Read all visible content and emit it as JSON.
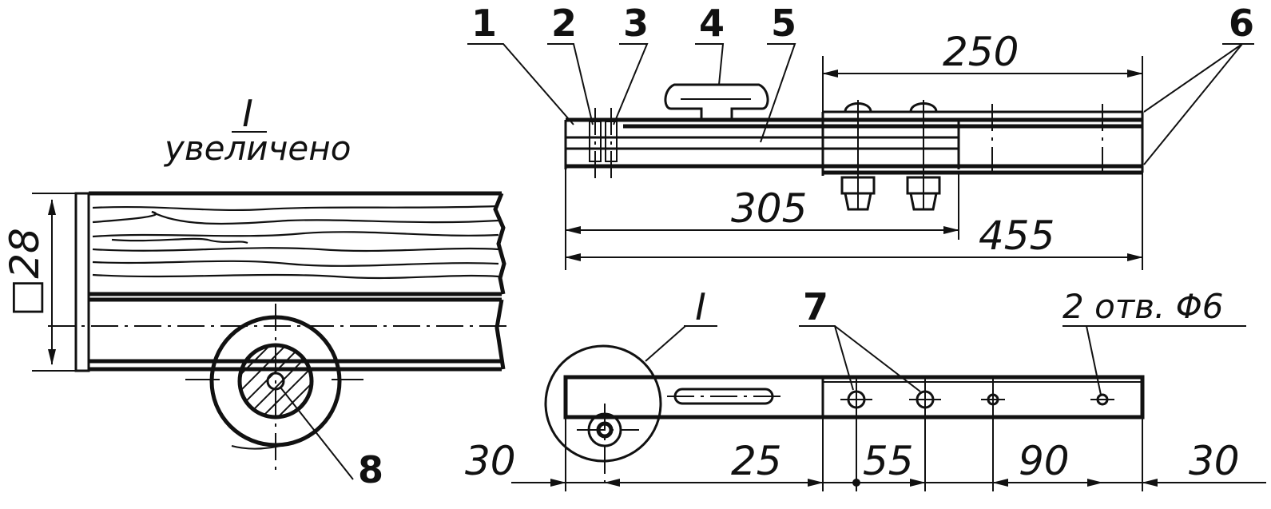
{
  "detail_view": {
    "label": "I",
    "caption": "увеличено",
    "section_size": "□28",
    "callout_8": "8"
  },
  "side_view": {
    "callouts": [
      "1",
      "2",
      "3",
      "4",
      "5",
      "6"
    ],
    "dim_250": "250",
    "dim_305": "305",
    "dim_455": "455"
  },
  "plan_view": {
    "detail_ref": "I",
    "callout_7": "7",
    "holes_note": "2 отв. Φ6",
    "dims": [
      "30",
      "25",
      "55",
      "90",
      "30"
    ]
  },
  "colors": {
    "ink": "#111111",
    "paper": "#ffffff"
  }
}
